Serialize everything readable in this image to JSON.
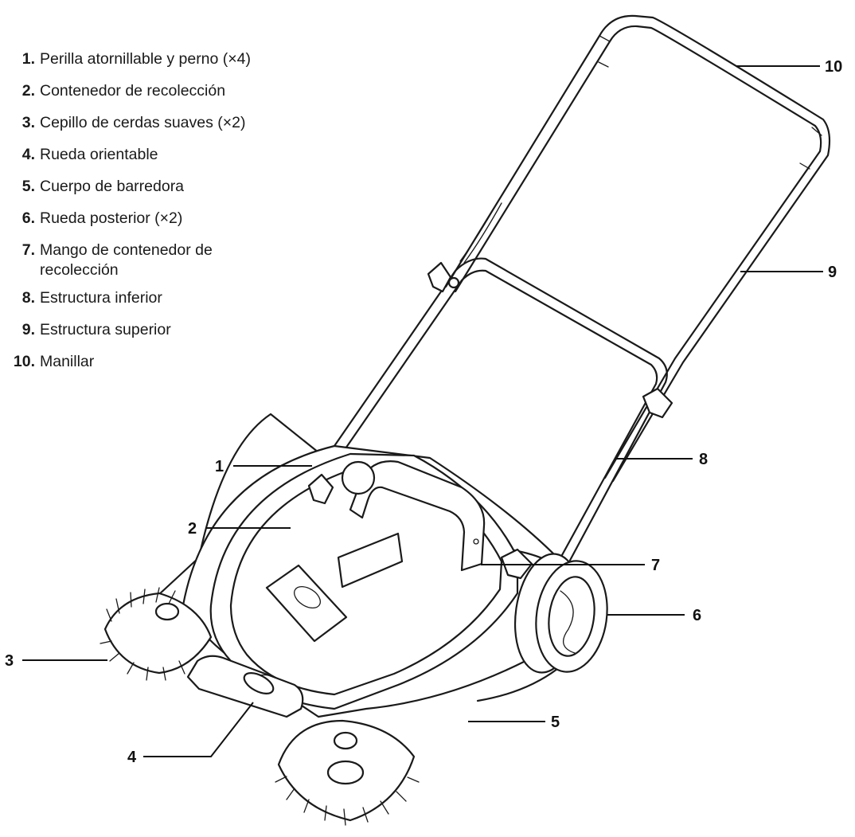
{
  "parts": [
    {
      "num": "1.",
      "label": "Perilla atornillable y perno (×4)"
    },
    {
      "num": "2.",
      "label": "Contenedor de recolección"
    },
    {
      "num": "3.",
      "label": "Cepillo de cerdas suaves (×2)"
    },
    {
      "num": "4.",
      "label": "Rueda orientable"
    },
    {
      "num": "5.",
      "label": "Cuerpo de barredora"
    },
    {
      "num": "6.",
      "label": "Rueda posterior (×2)"
    },
    {
      "num": "7.",
      "label": "Mango de contenedor de recolección",
      "two_line": true
    },
    {
      "num": "8.",
      "label": "Estructura inferior"
    },
    {
      "num": "9.",
      "label": "Estructura superior"
    },
    {
      "num": "10.",
      "label": "Manillar"
    }
  ],
  "callouts": {
    "c1": "1",
    "c2": "2",
    "c3": "3",
    "c4": "4",
    "c5": "5",
    "c6": "6",
    "c7": "7",
    "c8": "8",
    "c9": "9",
    "c10": "10"
  },
  "illustration": "push-sweeper-line-drawing"
}
